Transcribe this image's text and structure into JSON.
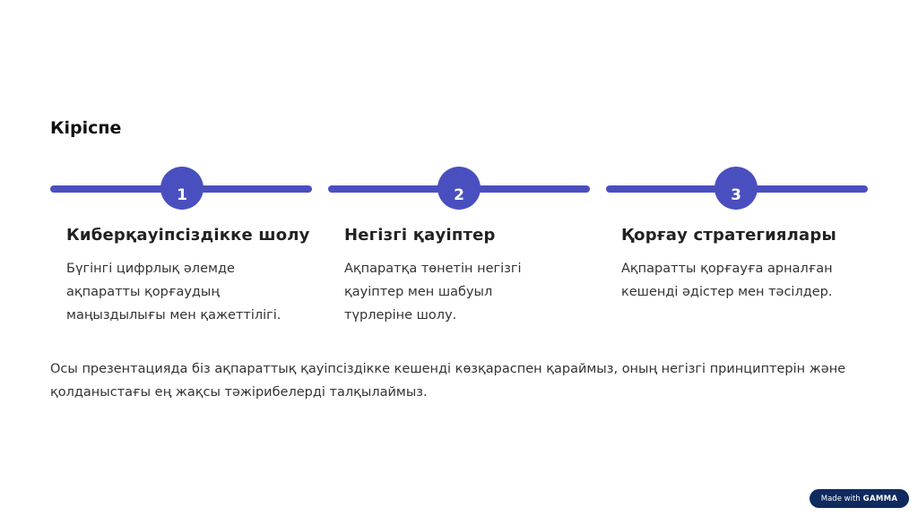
{
  "title": "Кіріспе",
  "steps": [
    {
      "number": "1",
      "heading": "Киберқауіпсіздікке шолу",
      "text": "Бүгінгі цифрлық әлемде ақпаратты қорғаудың маңыздылығы мен қажеттілігі."
    },
    {
      "number": "2",
      "heading": "Негізгі қауіптер",
      "text": "Ақпаратқа төнетін негізгі қауіптер мен шабуыл түрлеріне шолу."
    },
    {
      "number": "3",
      "heading": "Қорғау стратегиялары",
      "text": "Ақпаратты қорғауға арналған кешенді әдістер мен тәсілдер."
    }
  ],
  "intro": "Осы презентацияда біз ақпараттық қауіпсіздікке кешенді көзқараспен қараймыз, оның негізгі принциптерін және қолданыстағы ең жақсы тәжірибелерді талқылаймыз.",
  "badge": {
    "prefix": "Made with",
    "brand": "GAMMA"
  },
  "colors": {
    "accent": "#4a4fbf",
    "badge": "#0f2a5e"
  }
}
